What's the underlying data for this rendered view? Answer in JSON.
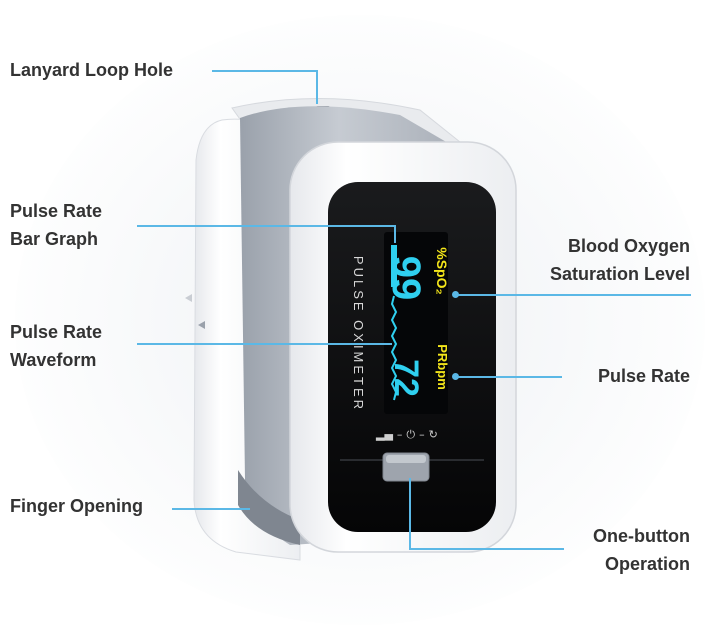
{
  "callouts": {
    "lanyard": "Lanyard Loop Hole",
    "bar_graph_line1": "Pulse Rate",
    "bar_graph_line2": "Bar Graph",
    "waveform_line1": "Pulse Rate",
    "waveform_line2": "Waveform",
    "finger": "Finger Opening",
    "spo2_line1": "Blood Oxygen",
    "spo2_line2": "Saturation Level",
    "pulse_rate": "Pulse Rate",
    "button_line1": "One-button",
    "button_line2": "Operation"
  },
  "device": {
    "side_text": "PULSE OXIMETER",
    "spo2_value": "99",
    "spo2_label": "%SpO₂",
    "pr_value": "72",
    "pr_label": "PRbpm",
    "icons_row": "signal-icon power-icon rotate-icon"
  },
  "colors": {
    "callout_line": "#5bb8e6",
    "label_text": "#333333",
    "screen_cyan": "#2fd0f0",
    "screen_yellow": "#f4e61a",
    "shell_white": "#f4f5f7",
    "shell_gray": "#b9bfc8",
    "screen_black": "#0b0b0c"
  }
}
